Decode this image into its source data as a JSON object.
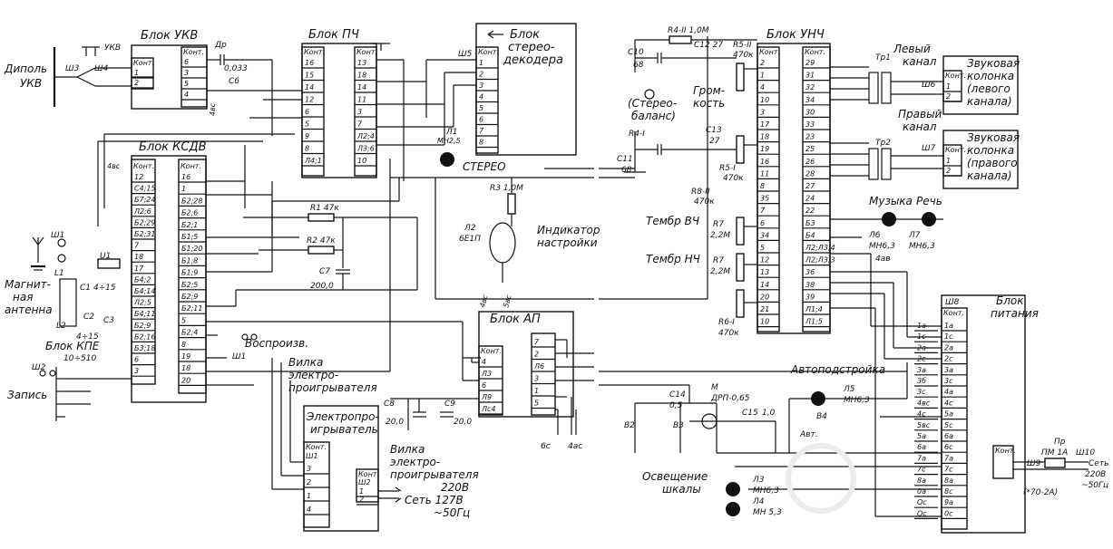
{
  "labels": {
    "dipole": "Диполь",
    "ukv_ant": "УКВ",
    "ukv_conn": "УКВ",
    "sh3": "Ш3",
    "sh4": "Ш4",
    "blok_ukv": "Блок УКВ",
    "kont": "Конт.",
    "dr": "Др",
    "c6_val": "0,033",
    "c6": "С6",
    "v4": "4вс",
    "blok_pch": "Блок ПЧ",
    "blok_stereo_1": "Блок",
    "blok_stereo_2": "стерео-",
    "blok_stereo_3": "декодера",
    "sh5": "Ш5",
    "l1": "Л1",
    "mn25": "МН2,5",
    "stereo": "СТЕРЕО",
    "blok_ksdv": "Блок КСДВ",
    "v4_left": "4вс",
    "sh1": "Ш1",
    "u1": "U1",
    "l1_coil": "L1",
    "c1": "С1 4÷15",
    "mag_ant_1": "Магнит-",
    "mag_ant_2": "ная",
    "mag_ant_3": "антенна",
    "l2_coil": "L2",
    "c2": "С2",
    "c2_val": "4÷15",
    "c3": "С3",
    "blok_kpe": "Блок КПЕ",
    "kpe_val": "10÷510",
    "sh2": "Ш2",
    "zapis": "Запись",
    "r1": "R1 47к",
    "r2": "R2 47к",
    "c7": "С7",
    "c7_val": "200,0",
    "r3": "R3 1,0М",
    "l2_lamp": "Л2",
    "e1p": "6Е1П",
    "ind_1": "Индикатор",
    "ind_2": "настройки",
    "v4b": "4вс",
    "v5b": "5вс",
    "sh1b": "Ш1",
    "vosproizv": "Воспроизв.",
    "vilka_1": "Вилка",
    "vilka_2": "электро-",
    "vilka_3": "проигрывателя",
    "blok_ap": "Блок АП",
    "c8": "С8",
    "c8_val": "20,0",
    "c9": "С9",
    "c9_val": "20,0",
    "ep_1": "Электропро-",
    "ep_2": "игрыватель",
    "sh1c": "Ш1",
    "sh2b": "Ш2",
    "vilka2_1": "Вилка",
    "vilka2_2": "электро-",
    "vilka2_3": "проигрывателя",
    "v220": "220В",
    "set127": "Сеть 127В",
    "hz50": "~50Гц",
    "v6": "6с",
    "v4a": "4ас",
    "r4": "R4-II 1,0М",
    "c10": "С10",
    "c10_val": "68",
    "c12": "С12 27",
    "r5": "R5-II",
    "r5_val": "470к",
    "blok_unch": "Блок УНЧ",
    "tr1": "Тр1",
    "levy_1": "Левый",
    "levy_2": "канал",
    "zvuk_l_1": "Звуковая",
    "zvuk_l_2": "колонка",
    "zvuk_l_3": "(левого",
    "zvuk_l_4": "канала)",
    "sh6": "Ш6",
    "stereo_bal_1": "(Стерео-",
    "stereo_bal_2": "баланс)",
    "gromkost_1": "Гром-",
    "gromkost_2": "кость",
    "r4i": "R4-I",
    "c11": "С11",
    "c11_val": "68",
    "c13": "С13",
    "c13_val": "27",
    "r5i": "R5-I",
    "r5i_val": "470к",
    "pravy_1": "Правый",
    "pravy_2": "канал",
    "tr2": "Тр2",
    "sh7": "Ш7",
    "zvuk_p_1": "Звуковая",
    "zvuk_p_2": "колонка",
    "zvuk_p_3": "(правого",
    "zvuk_p_4": "канала)",
    "r8": "R8-II",
    "r8_val": "470к",
    "timbre_vch": "Тембр ВЧ",
    "timbre_nch": "Тембр НЧ",
    "r7": "R7",
    "r7_val": "2,2М",
    "r7b": "R7",
    "r7b_val": "2,2М",
    "r6": "R6-I",
    "r6_val": "470к",
    "muzyka": "Музыка",
    "rech": "Речь",
    "l6": "Л6",
    "mn63_a": "МН6,3",
    "l7": "Л7",
    "mn63_b": "МН6,3",
    "v4_unch": "4ав",
    "sh8": "Ш8",
    "blok_pit_1": "Блок",
    "blok_pit_2": "питания",
    "autotune": "Автоподстройка",
    "c14": "С14",
    "c14_val": "0,5",
    "motor_m": "М",
    "motor": "ДРП-0,65",
    "c15": "С15",
    "c15_val": "1,0",
    "l5": "Л5",
    "mn63_c": "МН6,3",
    "v2": "В2",
    "v3": "В3",
    "v4_sw": "В4",
    "avt": "Авт.",
    "osv_1": "Освещение",
    "osv_2": "шкалы",
    "l3": "Л3",
    "mn63_d": "МН6,3",
    "l4": "Л4",
    "mn53": "МН 5,3",
    "pr": "Пр",
    "pm1a": "ПМ 1А",
    "sh9": "Ш9",
    "sh10": "Ш10",
    "set220": "Сеть",
    "v220b": "220В",
    "hz50b": "~50Гц",
    "hz_cable": "(*70-2А)"
  },
  "tables": {
    "ukv": [
      "6",
      "3",
      "5",
      "4"
    ],
    "ukv_in": [
      "1",
      "2"
    ],
    "pch_left": [
      "16",
      "15",
      "14",
      "12",
      "6",
      "5",
      "9",
      "8",
      "Л4;1"
    ],
    "pch_right": [
      "13",
      "18",
      "14",
      "11",
      "3",
      "7",
      "Л2;4",
      "Л3;6",
      "10"
    ],
    "stereo": [
      "1",
      "2",
      "3",
      "4",
      "5",
      "6",
      "7",
      "8"
    ],
    "ksdv_left": [
      "12",
      "С4;15",
      "Б7;24",
      "Л2;6",
      "Б2;29",
      "Б2;31",
      "7",
      "18",
      "17",
      "Б4;2",
      "Б4;14",
      "Л2;5",
      "Б4;11",
      "Б2;9",
      "Б2;16",
      "Б3;18",
      "6",
      "3"
    ],
    "ksdv_right": [
      "16",
      "1",
      "Б2;28",
      "Б2;6",
      "Б2;1",
      "Б1;5",
      "Б1;20",
      "Б1;8",
      "Б1;9",
      "Б2;5",
      "Б2;9",
      "Б2;11",
      "5",
      "Б2;4",
      "8",
      "19",
      "18",
      "20"
    ],
    "ap_left": [
      "4",
      "Л3",
      "6",
      "Л9",
      "Лс4"
    ],
    "ap_right": [
      "7",
      "2",
      "Л6",
      "3",
      "1",
      "5"
    ],
    "ep_sh1": [
      "3",
      "2",
      "1",
      "4"
    ],
    "ep_sh2": [
      "1",
      "2"
    ],
    "unch_left": [
      "2",
      "1",
      "4",
      "10",
      "3",
      "17",
      "18",
      "19",
      "16",
      "11",
      "8",
      "35",
      "7",
      "6",
      "34",
      "5",
      "12",
      "13",
      "14",
      "20",
      "21",
      "10"
    ],
    "unch_right": [
      "29",
      "31",
      "32",
      "34",
      "30",
      "33",
      "23",
      "25",
      "26",
      "28",
      "27",
      "24",
      "22",
      "Б3",
      "Б4",
      "Л2;Л3;4",
      "Л2;Л3;3",
      "36",
      "38",
      "39",
      "Л1;4",
      "Л1;5"
    ],
    "sh6": [
      "1",
      "2"
    ],
    "sh7": [
      "1",
      "2"
    ],
    "power": [
      "1а",
      "1с",
      "2а",
      "2с",
      "3а",
      "3с",
      "4а",
      "4с",
      "5а",
      "5с",
      "6а",
      "6с",
      "7а",
      "7с",
      "8а",
      "8с",
      "9а",
      "0с"
    ],
    "power_left": [
      "1а",
      "1с",
      "2а",
      "2с",
      "3а",
      "3б",
      "3с",
      "4вс",
      "4с",
      "5вс",
      "5а",
      "6а",
      "7а",
      "7с",
      "8а",
      "0а",
      "Ос",
      "Ос"
    ]
  }
}
